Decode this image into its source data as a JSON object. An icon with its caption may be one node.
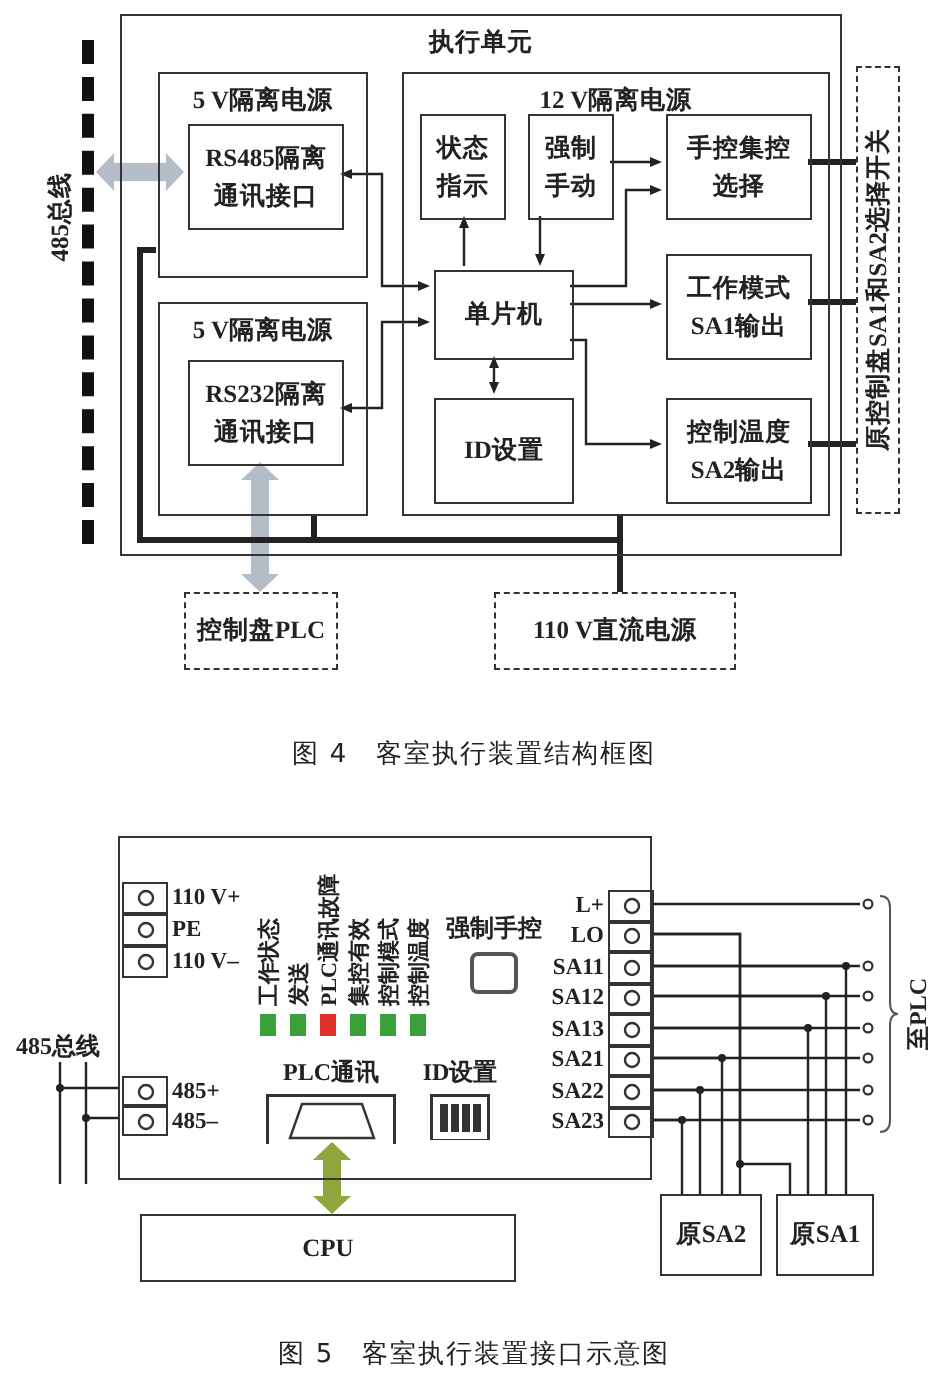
{
  "diagram": {
    "nodes": [
      {
        "text": [
          "执行单元"
        ]
      },
      {
        "text": [
          "5 V隔离电源"
        ],
        "in": 0
      },
      {
        "text": [
          "RS485隔离通讯接口"
        ],
        "in": 1
      },
      {
        "text": [
          "5 V隔离电源"
        ],
        "in": 0
      },
      {
        "text": [
          "RS232隔离通讯接口"
        ],
        "in": 3
      },
      {
        "text": [
          "12 V隔离电源"
        ],
        "in": 0
      },
      {
        "text": [
          "状态指示"
        ],
        "in": 5
      },
      {
        "text": [
          "强制手动"
        ],
        "in": 5
      },
      {
        "text": [
          "手控集控选择"
        ],
        "in": 5
      },
      {
        "text": [
          "单片机"
        ],
        "in": 5
      },
      {
        "text": [
          "工作模式SA1输出"
        ],
        "in": 5
      },
      {
        "text": [
          "ID设置"
        ],
        "in": 5
      },
      {
        "text": [
          "控制温度SA2输出"
        ],
        "in": 5
      },
      {
        "text": [
          "原控制盘SA1和SA2选择开关"
        ]
      },
      {
        "text": [],
        "shape": "bar",
        "beside": [
          "485总线"
        ]
      },
      {
        "text": [
          "控制盘PLC"
        ]
      },
      {
        "text": [
          "110 V直流电源"
        ]
      },
      {
        "text": [],
        "shape": "box"
      },
      {
        "text": [
          "110 V+"
        ],
        "in": 17
      },
      {
        "text": [
          "PE"
        ],
        "in": 17
      },
      {
        "text": [
          "110 V–"
        ],
        "in": 17
      },
      {
        "text": [
          "485+"
        ],
        "in": 17
      },
      {
        "text": [
          "485–"
        ],
        "in": 17
      },
      {
        "text": [
          "PLC通讯"
        ],
        "in": 17
      },
      {
        "text": [
          "ID设置"
        ],
        "in": 17
      },
      {
        "text": [
          "强制手控"
        ],
        "in": 17
      },
      {
        "text": [
          "工作状态"
        ],
        "in": 17
      },
      {
        "text": [
          "发送"
        ],
        "in": 17
      },
      {
        "text": [
          "PLC通讯故障"
        ],
        "in": 17
      },
      {
        "text": [
          "集控有效"
        ],
        "in": 17
      },
      {
        "text": [
          "控制模式"
        ],
        "in": 17
      },
      {
        "text": [
          "控制温度"
        ],
        "in": 17
      },
      {
        "text": [
          "L+"
        ],
        "in": 17
      },
      {
        "text": [
          "LO"
        ],
        "in": 17
      },
      {
        "text": [
          "SA11"
        ],
        "in": 17
      },
      {
        "text": [
          "SA12"
        ],
        "in": 17
      },
      {
        "text": [
          "SA13"
        ],
        "in": 17
      },
      {
        "text": [
          "SA21"
        ],
        "in": 17
      },
      {
        "text": [
          "SA22"
        ],
        "in": 17
      },
      {
        "text": [
          "SA23"
        ],
        "in": 17
      },
      {
        "text": [
          "485总线"
        ]
      },
      {
        "text": [
          "CPU"
        ]
      },
      {
        "text": [
          "原SA2"
        ]
      },
      {
        "text": [
          "原SA1"
        ]
      },
      {
        "text": [
          "至PLC"
        ]
      }
    ],
    "edges": [
      {
        "from": 14,
        "to": 2,
        "arrow": "both",
        "style": "thick",
        "color": "#b4bcc8"
      },
      {
        "from": 4,
        "to": 15,
        "arrow": "both",
        "style": "thick",
        "color": "#b4bcc8"
      },
      {
        "from": 9,
        "to": 2,
        "arrow": "both"
      },
      {
        "from": 9,
        "to": 4,
        "arrow": "both"
      },
      {
        "from": 9,
        "to": 6,
        "arrow": "to"
      },
      {
        "from": 7,
        "to": 9,
        "arrow": "to"
      },
      {
        "from": 7,
        "to": 8,
        "arrow": "to"
      },
      {
        "from": 9,
        "to": 8,
        "arrow": "to"
      },
      {
        "from": 9,
        "to": 10,
        "arrow": "to"
      },
      {
        "from": 9,
        "to": 11,
        "arrow": "both"
      },
      {
        "from": 9,
        "to": 12,
        "arrow": "to"
      },
      {
        "from": 8,
        "to": 13,
        "arrow": "none",
        "style": "thick"
      },
      {
        "from": 10,
        "to": 13,
        "arrow": "none",
        "style": "thick"
      },
      {
        "from": 12,
        "to": 13,
        "arrow": "none",
        "style": "thick"
      },
      {
        "from": 16,
        "to": 1,
        "arrow": "none",
        "style": "thick"
      },
      {
        "from": 16,
        "to": 3,
        "arrow": "none",
        "style": "thick"
      },
      {
        "from": 16,
        "to": 5,
        "arrow": "none",
        "style": "thick"
      },
      {
        "from": 40,
        "to": 21,
        "arrow": "none"
      },
      {
        "from": 40,
        "to": 22,
        "arrow": "none"
      },
      {
        "from": 23,
        "to": 41,
        "arrow": "both",
        "style": "thick",
        "color": "#8fa63c"
      },
      {
        "from": 32,
        "to": 44,
        "arrow": "none"
      },
      {
        "from": 33,
        "to": 42,
        "arrow": "none"
      },
      {
        "from": 33,
        "to": 43,
        "arrow": "none"
      },
      {
        "from": 34,
        "to": 44,
        "arrow": "none"
      },
      {
        "from": 34,
        "to": 43,
        "arrow": "none"
      },
      {
        "from": 35,
        "to": 44,
        "arrow": "none"
      },
      {
        "from": 35,
        "to": 43,
        "arrow": "none"
      },
      {
        "from": 36,
        "to": 44,
        "arrow": "none"
      },
      {
        "from": 36,
        "to": 43,
        "arrow": "none"
      },
      {
        "from": 37,
        "to": 44,
        "arrow": "none"
      },
      {
        "from": 37,
        "to": 42,
        "arrow": "none"
      },
      {
        "from": 38,
        "to": 44,
        "arrow": "none"
      },
      {
        "from": 38,
        "to": 42,
        "arrow": "none"
      },
      {
        "from": 39,
        "to": 44,
        "arrow": "none"
      },
      {
        "from": 39,
        "to": 42,
        "arrow": "none"
      }
    ],
    "labels": [
      "图 4　客室执行装置结构框图",
      "图 5　客室执行装置接口示意图"
    ]
  }
}
